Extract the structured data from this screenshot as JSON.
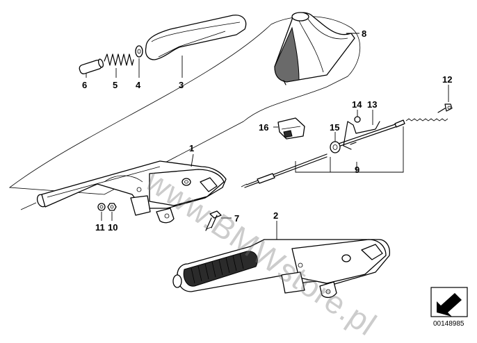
{
  "callouts": [
    {
      "id": "1",
      "label": "1"
    },
    {
      "id": "2",
      "label": "2"
    },
    {
      "id": "3",
      "label": "3"
    },
    {
      "id": "4",
      "label": "4"
    },
    {
      "id": "5",
      "label": "5"
    },
    {
      "id": "6",
      "label": "6"
    },
    {
      "id": "7",
      "label": "7"
    },
    {
      "id": "8",
      "label": "8"
    },
    {
      "id": "9",
      "label": "9"
    },
    {
      "id": "10",
      "label": "10"
    },
    {
      "id": "11",
      "label": "11"
    },
    {
      "id": "12",
      "label": "12"
    },
    {
      "id": "13",
      "label": "13"
    },
    {
      "id": "14",
      "label": "14"
    },
    {
      "id": "15",
      "label": "15"
    },
    {
      "id": "16",
      "label": "16"
    }
  ],
  "watermark": "www.BMWstore.pl",
  "diagram_id": "00148985",
  "icons": {
    "orientation": "direction-arrow-icon"
  }
}
